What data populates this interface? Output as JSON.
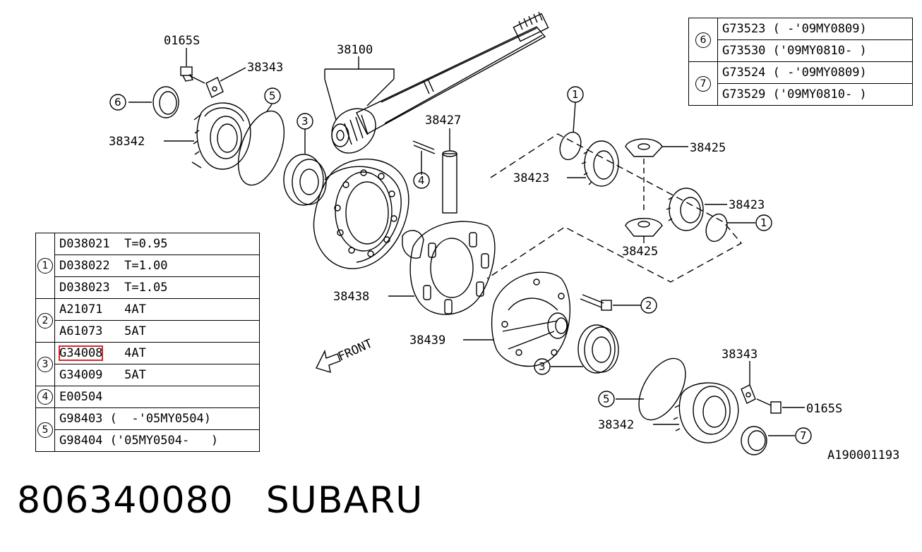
{
  "part_number": "806340080",
  "brand": "SUBARU",
  "diagram_code": "A190001193",
  "front_label": "FRONT",
  "callouts": {
    "c0165s_top": "0165S",
    "c38343_top": "38343",
    "c38100": "38100",
    "c38342_top": "38342",
    "c38427": "38427",
    "c38425_top": "38425",
    "c38423_left": "38423",
    "c38423_right": "38423",
    "c38425_bottom": "38425",
    "c38438": "38438",
    "c38439": "38439",
    "c38343_bottom": "38343",
    "c0165s_bottom": "0165S",
    "c38342_bottom": "38342"
  },
  "keys": {
    "k1": "1",
    "k2": "2",
    "k3": "3",
    "k4": "4",
    "k5": "5",
    "k6": "6",
    "k7": "7"
  },
  "table_left": {
    "g1": {
      "key": "1",
      "rows": [
        "D038021  T=0.95",
        "D038022  T=1.00",
        "D038023  T=1.05"
      ]
    },
    "g2": {
      "key": "2",
      "rows": [
        "A21071   4AT",
        "A61073   5AT"
      ]
    },
    "g3": {
      "key": "3",
      "rows": [
        "G34008   4AT",
        "G34009   5AT"
      ]
    },
    "g4": {
      "key": "4",
      "rows": [
        "E00504"
      ]
    },
    "g5": {
      "key": "5",
      "rows": [
        "G98403 (  -'05MY0504)",
        "G98404 ('05MY0504-   )"
      ]
    }
  },
  "table_right": {
    "g6": {
      "key": "6",
      "rows": [
        "G73523 ( -'09MY0809)",
        "G73530 ('09MY0810- )"
      ]
    },
    "g7": {
      "key": "7",
      "rows": [
        "G73524 ( -'09MY0809)",
        "G73529 ('09MY0810- )"
      ]
    }
  },
  "highlight": {
    "part": "G34008",
    "color": "#d9262b"
  }
}
